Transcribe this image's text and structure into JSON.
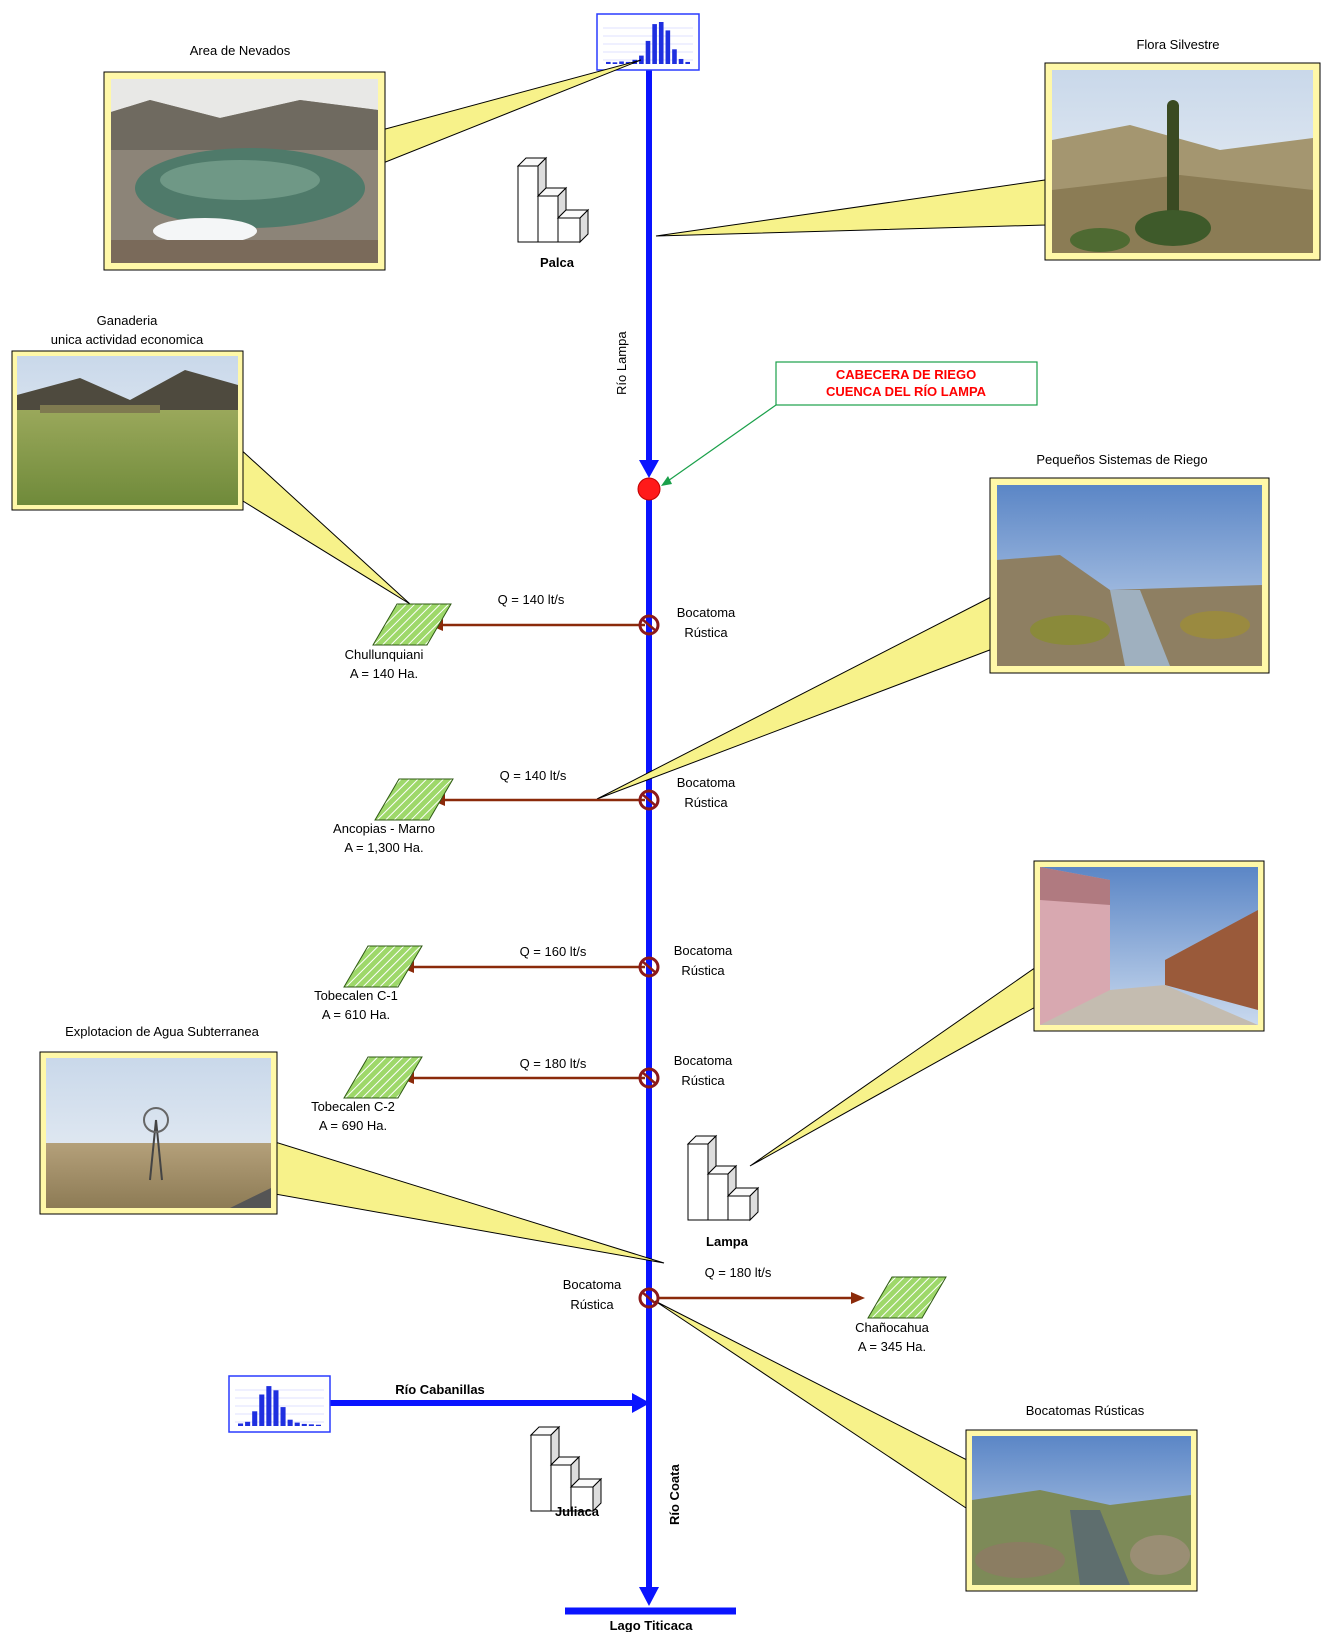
{
  "colors": {
    "river": "#0a14ff",
    "branch": "#8b2a0a",
    "callout_fill": "#f7f28a",
    "frame_fill": "#fff8a8",
    "headwater_dot": "#ff1a1a",
    "headwater_text": "#ff0000",
    "headwater_box": "#1aa04a",
    "field_fill": "#9ed86a"
  },
  "photos": {
    "nevados": {
      "title": "Area de Nevados",
      "icon": "snow-lake-photo"
    },
    "flora": {
      "title": "Flora Silvestre",
      "icon": "puya-raimondii-photo"
    },
    "ganaderia": {
      "title_line1": "Ganaderia",
      "title_line2": "unica actividad economica",
      "icon": "pasture-photo"
    },
    "riego": {
      "title": "Pequeños Sistemas de Riego",
      "icon": "irrigation-canal-photo"
    },
    "town": {
      "icon": "town-street-photo"
    },
    "subterranea": {
      "title": "Explotacion de Agua Subterranea",
      "icon": "windmill-photo"
    },
    "bocatomas": {
      "title": "Bocatomas Rústicas",
      "icon": "river-intake-photo"
    }
  },
  "towns": {
    "palca": "Palca",
    "lampa": "Lampa",
    "juliaca": "Juliaca"
  },
  "rivers": {
    "lampa": "Río Lampa",
    "coata": "Río Coata",
    "cabanillas": "Río Cabanillas",
    "lago": "Lago Titicaca"
  },
  "headwater": {
    "line1": "CABECERA DE RIEGO",
    "line2": "CUENCA DEL RÍO LAMPA"
  },
  "intakes": [
    {
      "line1": "Bocatoma",
      "line2": "Rústica",
      "flow": "Q = 140 lt/s",
      "field": "Chullunquiani",
      "area": "A = 140 Ha."
    },
    {
      "line1": "Bocatoma",
      "line2": "Rústica",
      "flow": "Q = 140 lt/s",
      "field": "Ancopias - Marno",
      "area": "A = 1,300 Ha."
    },
    {
      "line1": "Bocatoma",
      "line2": "Rústica",
      "flow": "Q = 160 lt/s",
      "field": "Tobecalen C-1",
      "area": "A = 610 Ha."
    },
    {
      "line1": "Bocatoma",
      "line2": "Rústica",
      "flow": "Q = 180 lt/s",
      "field": "Tobecalen C-2",
      "area": "A = 690 Ha."
    },
    {
      "line1": "Bocatoma",
      "line2": "Rústica",
      "flow": "Q = 180 lt/s",
      "field": "Chañocahua",
      "area": "A = 345 Ha."
    }
  ],
  "hydrographs": [
    {
      "icon": "hydrograph-icon",
      "bars": [
        0.05,
        0.04,
        0.06,
        0.05,
        0.1,
        0.2,
        0.55,
        0.95,
        1.0,
        0.8,
        0.35,
        0.12,
        0.05
      ]
    },
    {
      "icon": "hydrograph-icon",
      "bars": [
        0.06,
        0.1,
        0.35,
        0.75,
        0.95,
        0.85,
        0.45,
        0.15,
        0.08,
        0.05,
        0.04,
        0.03
      ]
    }
  ]
}
